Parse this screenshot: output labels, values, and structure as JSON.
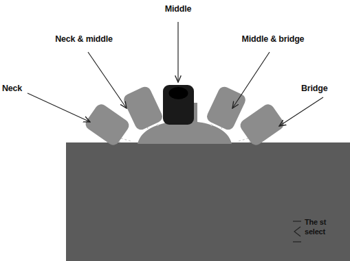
{
  "diagram": {
    "labels": [
      "Middle",
      "Neck & middle",
      "Middle & bridge",
      "Neck",
      "Bridge",
      "The st",
      "select"
    ]
  }
}
